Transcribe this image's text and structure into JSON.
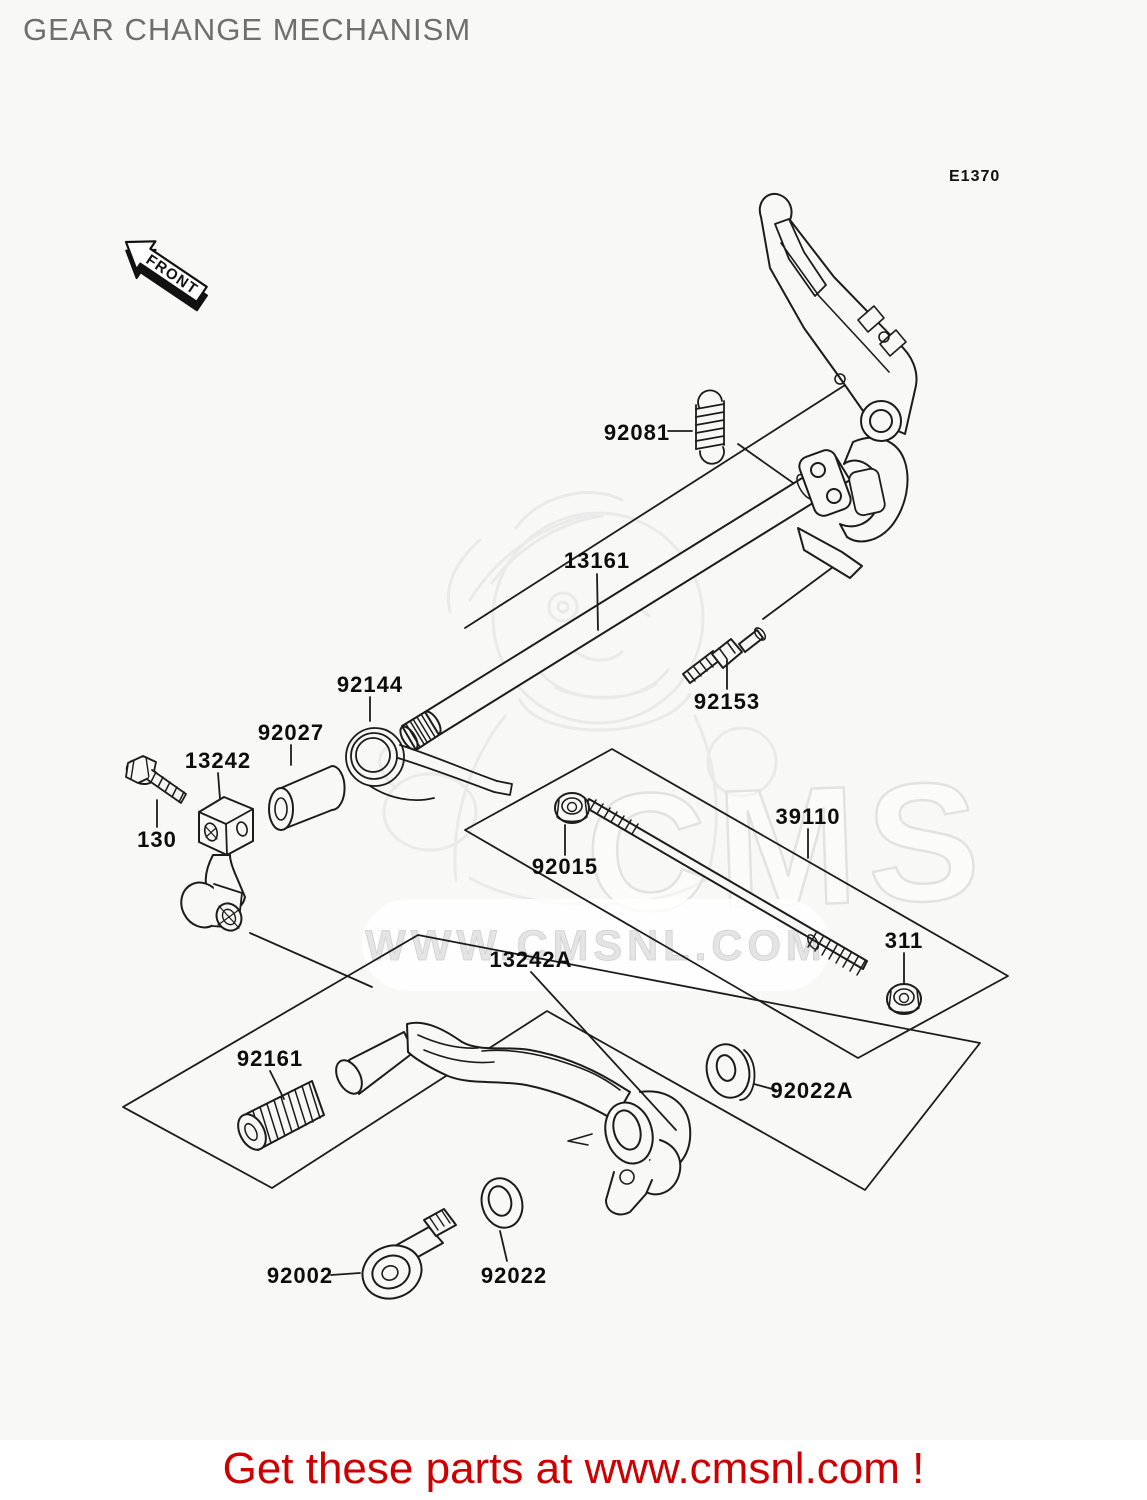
{
  "header": {
    "title": "GEAR CHANGE MECHANISM",
    "diagram_code": "E1370"
  },
  "front_marker": {
    "label": "FRONT"
  },
  "watermark": {
    "brand": "CMS",
    "url_text": "WWW.CMSNL.COM"
  },
  "footer": {
    "promo": "Get these parts at www.cmsnl.com !"
  },
  "colors": {
    "background": "#f8f8f6",
    "line_art": "#1c1c1c",
    "label_text": "#0d0d0d",
    "title_text": "#6f6f6f",
    "promo_red": "#cc0000",
    "watermark_gray": "#e4e4e4"
  },
  "parts": [
    {
      "label": "92081"
    },
    {
      "label": "13161"
    },
    {
      "label": "92153"
    },
    {
      "label": "92144"
    },
    {
      "label": "92027"
    },
    {
      "label": "13242"
    },
    {
      "label": "130"
    },
    {
      "label": "92015"
    },
    {
      "label": "39110"
    },
    {
      "label": "311"
    },
    {
      "label": "13242A"
    },
    {
      "label": "92161"
    },
    {
      "label": "92022A"
    },
    {
      "label": "92002"
    },
    {
      "label": "92022"
    }
  ]
}
